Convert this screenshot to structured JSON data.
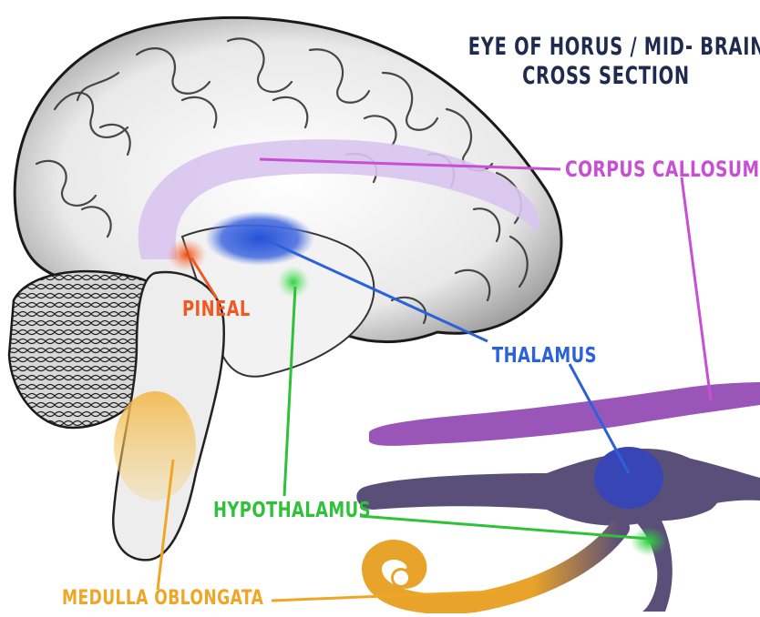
{
  "title": {
    "line1": "EYE OF HORUS / MID- BRAIN",
    "line2": "CROSS SECTION"
  },
  "labels": {
    "corpus_callosum": "CORPUS CALLOSUM",
    "pineal": "PINEAL",
    "thalamus": "THALAMUS",
    "hypothalamus": "HYPOTHALAMUS",
    "medulla_oblongata": "MEDULLA OBLONGATA"
  },
  "colors": {
    "corpus_callosum": "#c84fd4",
    "pineal": "#f05a22",
    "thalamus": "#2b62d9",
    "hypothalamus": "#2fc13a",
    "medulla_oblongata": "#f0a624",
    "title": "#1f2a4f",
    "eye_brow": "#9a55b8",
    "eye_body": "#5a4f78"
  }
}
